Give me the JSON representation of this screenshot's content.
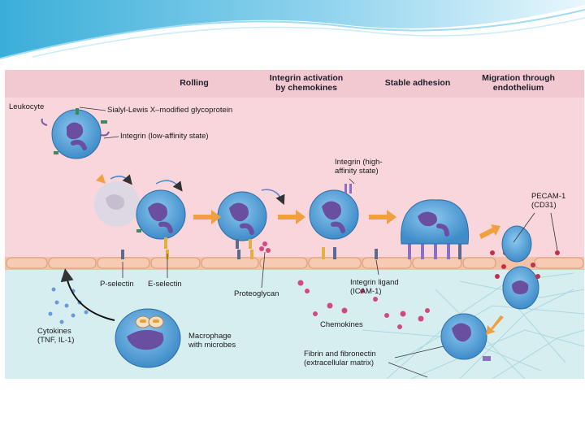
{
  "stages": [
    {
      "name": "stage-rolling",
      "label": "Rolling"
    },
    {
      "name": "stage-integrin-activation",
      "label": "Integrin activation\nby chemokines"
    },
    {
      "name": "stage-stable-adhesion",
      "label": "Stable adhesion"
    },
    {
      "name": "stage-migration",
      "label": "Migration through\nendothelium"
    }
  ],
  "labels": {
    "leukocyte": "Leukocyte",
    "sialyl": "Sialyl-Lewis X–modified glycoprotein",
    "integrin_low": "Integrin (low-affinity state)",
    "integrin_high": "Integrin (high-\naffinity state)",
    "pecam": "PECAM-1\n(CD31)",
    "p_selectin": "P-selectin",
    "e_selectin": "E-selectin",
    "proteoglycan": "Proteoglycan",
    "integrin_ligand": "Integrin ligand\n(ICAM-1)",
    "chemokines": "Chemokines",
    "cytokines": "Cytokines\n(TNF, IL-1)",
    "macrophage": "Macrophage\nwith microbes",
    "fibrin": "Fibrin and fibronectin\n(extracellular matrix)"
  },
  "colors": {
    "vessel_lumen": "#f8d6dc",
    "tissue": "#d7eef1",
    "endothelium": "#f3c2a6",
    "cell_body": "#5aa4d9",
    "nucleus": "#6a4fa0",
    "arrow": "#f0a040",
    "banner": "#4fb7de"
  }
}
